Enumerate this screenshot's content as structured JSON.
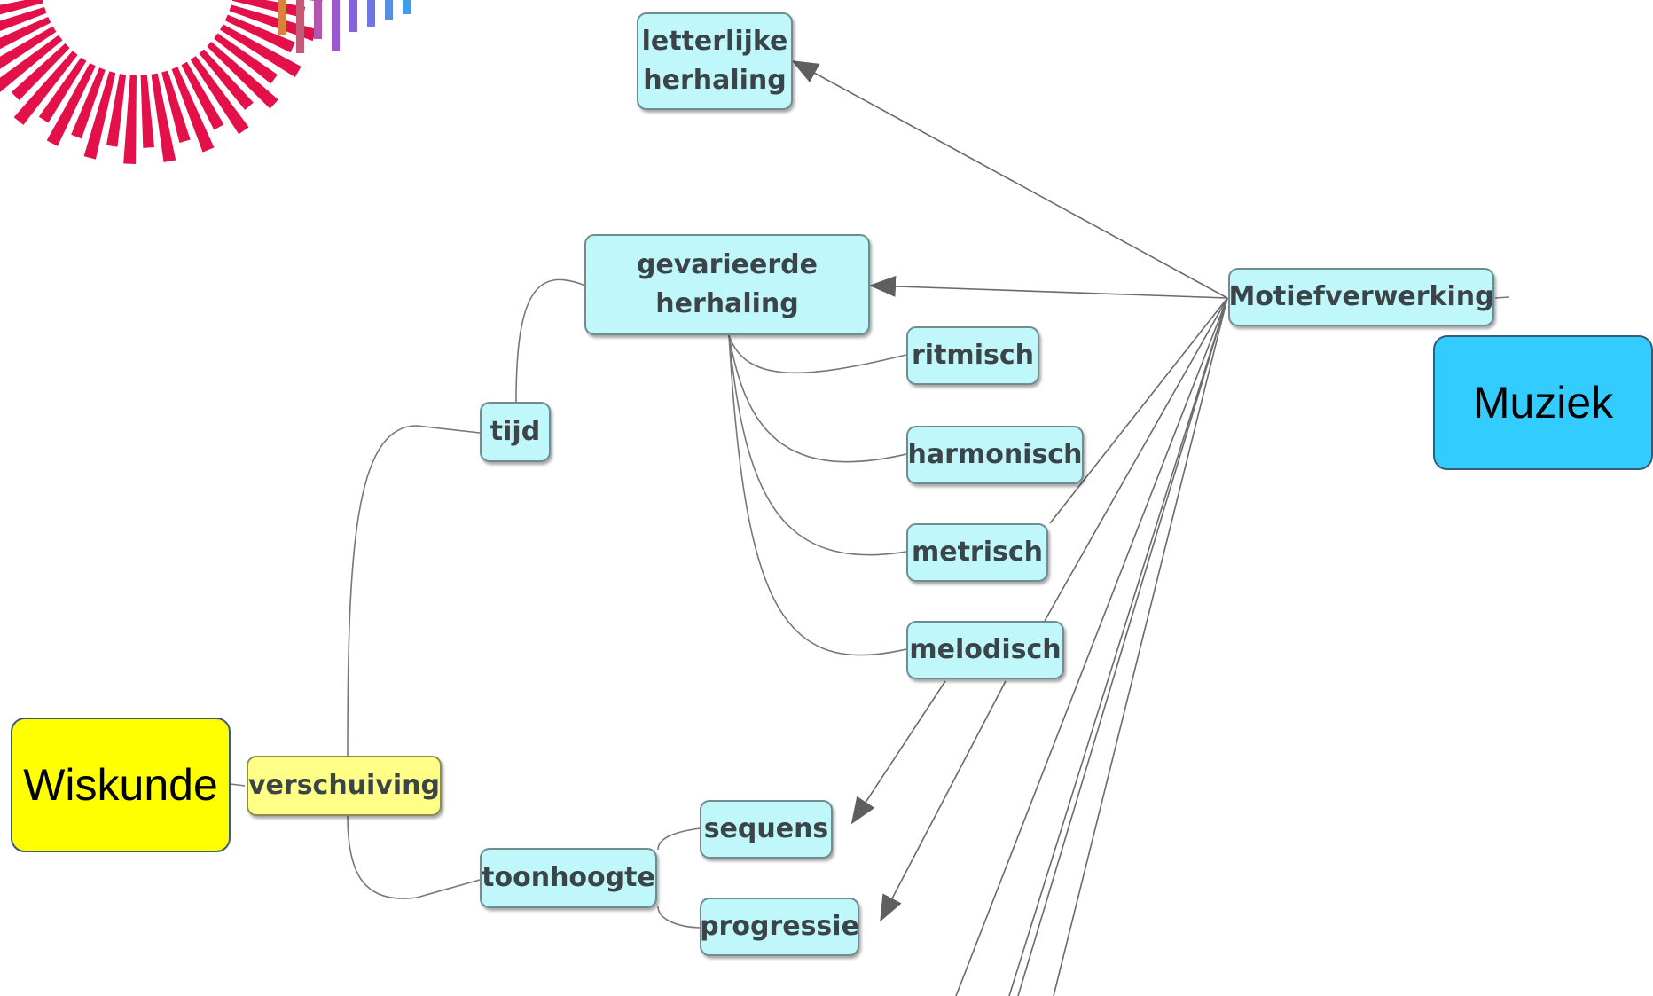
{
  "colors": {
    "node_fill": "#bff7fb",
    "node_border": "#6f8d91",
    "node_text": "#3b4446",
    "verschuiving_fill": "#ffff88",
    "wiskunde_fill": "#ffff00",
    "muziek_fill": "#33ccff",
    "connector": "#777777",
    "arrow": "#5f5f5f",
    "logo_red": "#e3104a"
  },
  "nodes": {
    "letterlijke": "letterlijke\nherhaling",
    "gevarieerde": "gevarieerde\nherhaling",
    "motiefverwerking": "Motiefverwerking",
    "ritmisch": "ritmisch",
    "harmonisch": "harmonisch",
    "metrisch": "metrisch",
    "melodisch": "melodisch",
    "tijd": "tijd",
    "verschuiving": "verschuiving",
    "toonhoogte": "toonhoogte",
    "sequens": "sequens",
    "progressie": "progressie"
  },
  "labels": {
    "wiskunde": "Wiskunde",
    "muziek": "Muziek"
  },
  "logo": {
    "icon": "sunburst-logo",
    "bar_colors": [
      "#d9823c",
      "#c45a78",
      "#b256b0",
      "#9a57d0",
      "#8463d9",
      "#6c78e0",
      "#5a8de3",
      "#3c9fe8"
    ]
  }
}
